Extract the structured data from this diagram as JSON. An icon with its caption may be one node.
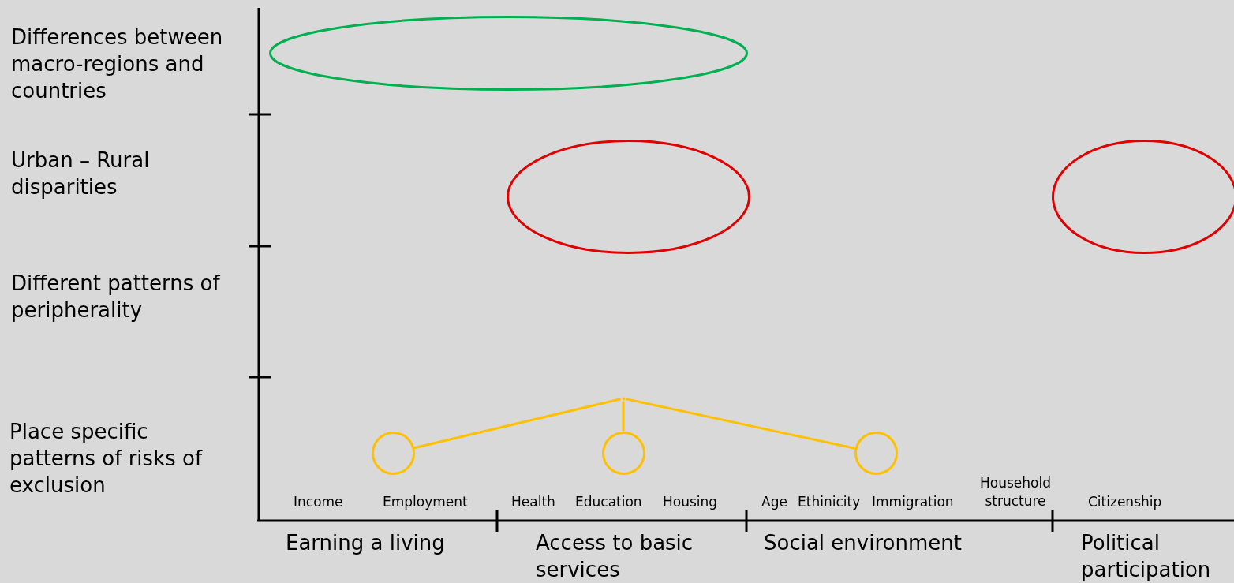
{
  "diagram": {
    "nodes": [
      {
        "text": [],
        "shape": "ellipse"
      },
      {
        "text": [],
        "shape": "ellipse"
      },
      {
        "text": [],
        "shape": "ellipse"
      },
      {
        "text": [],
        "shape": "point"
      },
      {
        "text": [],
        "shape": "circle"
      },
      {
        "text": [],
        "shape": "circle"
      },
      {
        "text": [],
        "shape": "circle"
      }
    ],
    "edges": [
      {
        "from": 3,
        "to": 4,
        "arrow": "none"
      },
      {
        "from": 3,
        "to": 5,
        "arrow": "none"
      },
      {
        "from": 3,
        "to": 6,
        "arrow": "none"
      }
    ],
    "labels": [
      "Differences between macro-regions and countries",
      "Urban – Rural disparities",
      "Different patterns of peripherality",
      "Place specific patterns of risks of exclusion",
      "Income",
      "Employment",
      "Health",
      "Education",
      "Housing",
      "Age",
      "Ethinicity",
      "Immigration",
      "Household structure",
      "Citizenship",
      "Earning a living",
      "Access to basic services",
      "Social environment",
      "Political participation"
    ]
  }
}
